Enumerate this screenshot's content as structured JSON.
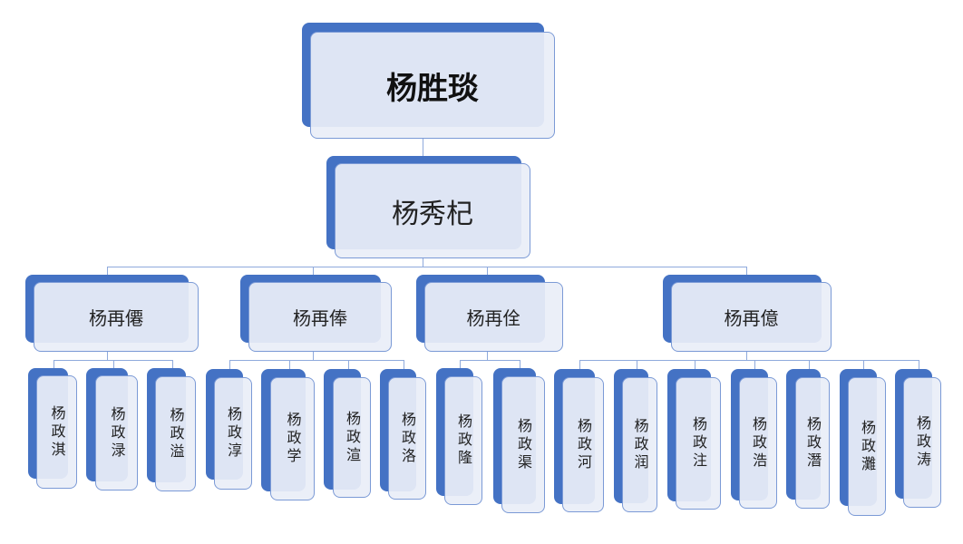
{
  "colors": {
    "node_back": "#4472c4",
    "node_front": "#e9eef8",
    "border": "#7b9ad6",
    "connector": "#8faadc"
  },
  "root": {
    "name": "杨胜琰"
  },
  "level2": {
    "name": "杨秀杞"
  },
  "level3": [
    {
      "name": "杨再僊",
      "children": [
        "杨政淇",
        "杨政渌",
        "杨政溢"
      ]
    },
    {
      "name": "杨再俸",
      "children": [
        "杨政淳",
        "杨政学",
        "杨政渲",
        "杨政洛"
      ]
    },
    {
      "name": "杨再佺",
      "children": [
        "杨政隆",
        "杨政渠"
      ]
    },
    {
      "name": "杨再億",
      "children": [
        "杨政河",
        "杨政润",
        "杨政注",
        "杨政浩",
        "杨政潛",
        "杨政灘",
        "杨政涛"
      ]
    }
  ]
}
